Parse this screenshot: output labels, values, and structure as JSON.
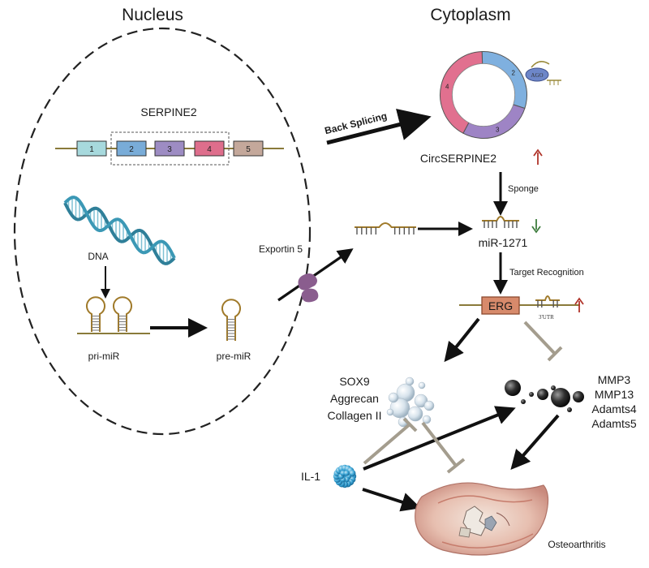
{
  "titles": {
    "nucleus": "Nucleus",
    "cytoplasm": "Cytoplasm"
  },
  "gene": {
    "name": "SERPINE2",
    "exons": [
      {
        "num": "1",
        "color": "#a7d9dd"
      },
      {
        "num": "2",
        "color": "#79acd8"
      },
      {
        "num": "3",
        "color": "#9d8cc3"
      },
      {
        "num": "4",
        "color": "#de6e8c"
      },
      {
        "num": "5",
        "color": "#c4a89b"
      }
    ]
  },
  "labels": {
    "dna": "DNA",
    "pri_mir": "pri-miR",
    "pre_mir": "pre-miR",
    "exportin": "Exportin 5",
    "back_splicing": "Back Splicing",
    "circ": "CircSERPINE2",
    "sponge": "Sponge",
    "mir": "miR-1271",
    "target_recognition": "Target Recognition",
    "erg": "ERG",
    "utr": "3'UTR",
    "sox9": "SOX9",
    "aggrecan": "Aggrecan",
    "collagen": "Collagen II",
    "il1": "IL-1",
    "mmp3": "MMP3",
    "mmp13": "MMP13",
    "adamts4": "Adamts4",
    "adamts5": "Adamts5",
    "oa": "Osteoarthritis"
  },
  "circ_segments": [
    "2",
    "3",
    "4"
  ],
  "ago_label": "AGO",
  "colors": {
    "arrow": "#111111",
    "inhibit": "#a49d8e",
    "up": "#b0342a",
    "down": "#3e7d3e",
    "erg_fill": "#d78a6b",
    "dna_helix": "#3a8ea8"
  }
}
